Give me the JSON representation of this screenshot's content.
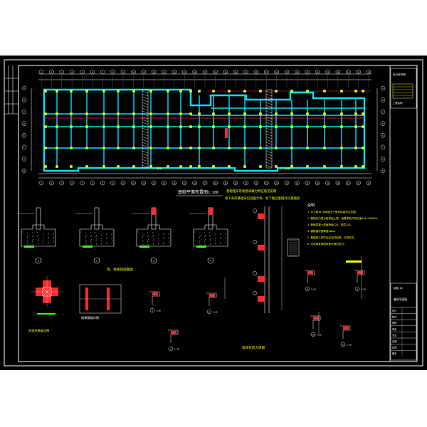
{
  "theme": {
    "background": "#000000",
    "border": "#ffffff",
    "wall_cyan": "#00e5ff",
    "column_yellow": "#e8ff00",
    "grid_red": "#ff2a2a",
    "hatch_green": "#39ff14",
    "annotation_yellow": "#ffff00",
    "title_block_white": "#ffffff"
  },
  "plan": {
    "title": "基础平面布置图",
    "scale": "1:100",
    "callout_left": "1-1剖面",
    "callout_right": "2-2剖面"
  },
  "axis_labels_top": [
    "1",
    "2",
    "3",
    "4",
    "5",
    "6",
    "7",
    "8",
    "9",
    "10",
    "11",
    "12",
    "13",
    "14",
    "15",
    "16",
    "17",
    "18",
    "19",
    "20",
    "21",
    "22",
    "23",
    "24",
    "25",
    "26",
    "27",
    "28",
    "29",
    "30",
    "31",
    "32",
    "33"
  ],
  "axis_labels_side": [
    "A",
    "B",
    "C",
    "D",
    "E",
    "F",
    "G",
    "H"
  ],
  "yellow_notes": {
    "plan_note_1": "基础埋深及地基承载力特征值见说明",
    "plan_note_2": "墙下条形基础详见剖面大样，柱下独立基础详见基础表"
  },
  "section_title": "墙、柱基础剖面图",
  "stair_title": "楼梯基础详图",
  "detail_title": "构造柱基础详图",
  "wall_title": "墙体拉结大样图",
  "notes": {
    "header": "说明",
    "lines": [
      "1.本工程±0.000相当于绝对标高详见总图。",
      "2.基础持力层为粉质粘土层，地基承载力特征值fak=150kPa。",
      "3.基础混凝土强度等级C25，垫层C15。",
      "4.钢筋保护层厚度40mm。",
      "5.基础施工完毕后应及时回填，分层夯实。",
      "6.未尽事宜按国家现行规范执行。"
    ]
  },
  "detail_labels": [
    "1",
    "2",
    "3",
    "4",
    "5",
    "6",
    "7",
    "8",
    "9",
    "10",
    "11",
    "12"
  ],
  "scale_labels": [
    "1:20",
    "1:20",
    "1:20",
    "1:20",
    "1:20",
    "1:20",
    "1:20",
    "1:20",
    "1:20"
  ],
  "title_block": {
    "company": "设计研究院",
    "project_label": "工程名称",
    "drawing_label": "基础平面图",
    "sheet_code": "结施-01",
    "rows": [
      "设计",
      "校对",
      "审核",
      "审定",
      "专业",
      "日期",
      "比例",
      "图号"
    ]
  }
}
